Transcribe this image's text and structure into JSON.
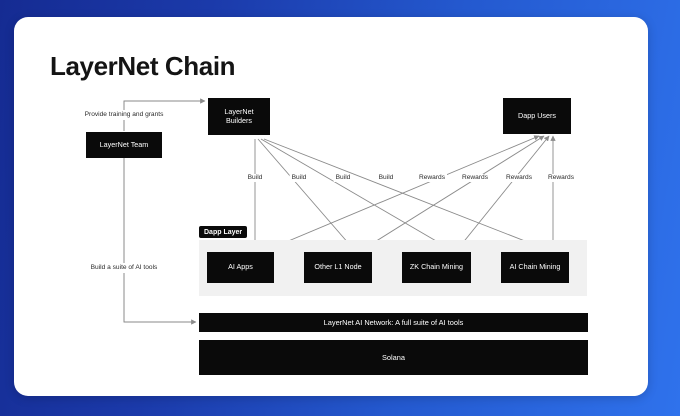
{
  "theme": {
    "background_gradient_from": "#152b92",
    "background_gradient_to": "#2f72ec",
    "card_background": "#ffffff",
    "node_fill": "#0a0a0a",
    "node_text": "#ffffff",
    "panel_fill": "#f1f1f1",
    "edge_stroke": "#8a8a8a",
    "title_color": "#141414"
  },
  "page": {
    "title": "LayerNet Chain"
  },
  "diagram": {
    "type": "flow-architecture",
    "nodes": [
      {
        "id": "layernet-builders",
        "label": "LayerNet\nBuilders",
        "line1": "LayerNet",
        "line2": "Builders"
      },
      {
        "id": "dapp-users",
        "label": "Dapp Users"
      },
      {
        "id": "layernet-team",
        "label": "LayerNet Team"
      },
      {
        "id": "ai-apps",
        "label": "AI Apps"
      },
      {
        "id": "other-l1-node",
        "label": "Other L1 Node"
      },
      {
        "id": "zk-chain-mining",
        "label": "ZK Chain Mining"
      },
      {
        "id": "ai-chain-mining",
        "label": "AI Chain Mining"
      }
    ],
    "dapp_layer_badge": "Dapp Layer",
    "bars": [
      {
        "id": "layernet-ai-network-bar",
        "label": "LayerNet AI Network: A full suite of AI tools"
      },
      {
        "id": "solana-bar",
        "label": "Solana"
      }
    ],
    "side_labels": [
      {
        "id": "provide-training-and-grants",
        "label": "Provide training and grants"
      },
      {
        "id": "build-a-suite-of-ai-tools",
        "label": "Build a suite of AI tools"
      }
    ],
    "edge_labels": [
      {
        "id": "build-1",
        "label": "Build"
      },
      {
        "id": "build-2",
        "label": "Build"
      },
      {
        "id": "build-3",
        "label": "Build"
      },
      {
        "id": "build-4",
        "label": "Build"
      },
      {
        "id": "rewards-1",
        "label": "Rewards"
      },
      {
        "id": "rewards-2",
        "label": "Rewards"
      },
      {
        "id": "rewards-3",
        "label": "Rewards"
      },
      {
        "id": "rewards-4",
        "label": "Rewards"
      }
    ]
  }
}
